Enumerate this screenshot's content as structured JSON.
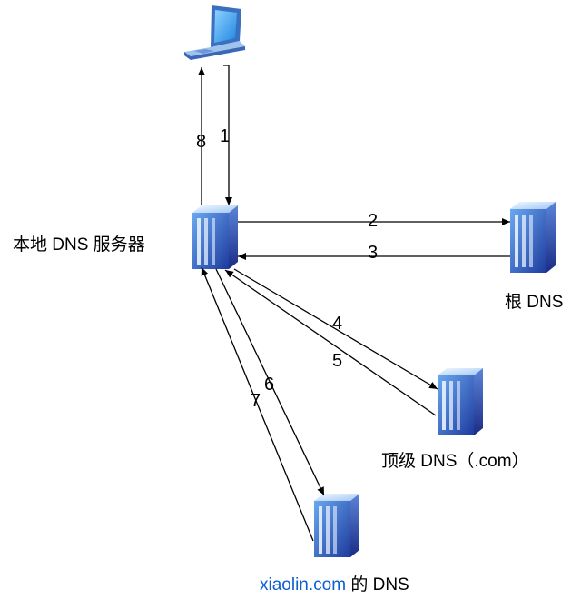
{
  "nodes": {
    "local_dns": {
      "label": "本地 DNS 服务器"
    },
    "root_dns": {
      "label": "根 DNS"
    },
    "tld_dns": {
      "label": "顶级 DNS（.com）"
    },
    "auth_dns": {
      "label_domain": "xiaolin.com",
      "label_suffix": " 的 DNS"
    }
  },
  "steps": [
    "1",
    "2",
    "3",
    "4",
    "5",
    "6",
    "7",
    "8"
  ],
  "colors": {
    "domain_text": "#0b5fd0",
    "arrow": "#000000"
  }
}
